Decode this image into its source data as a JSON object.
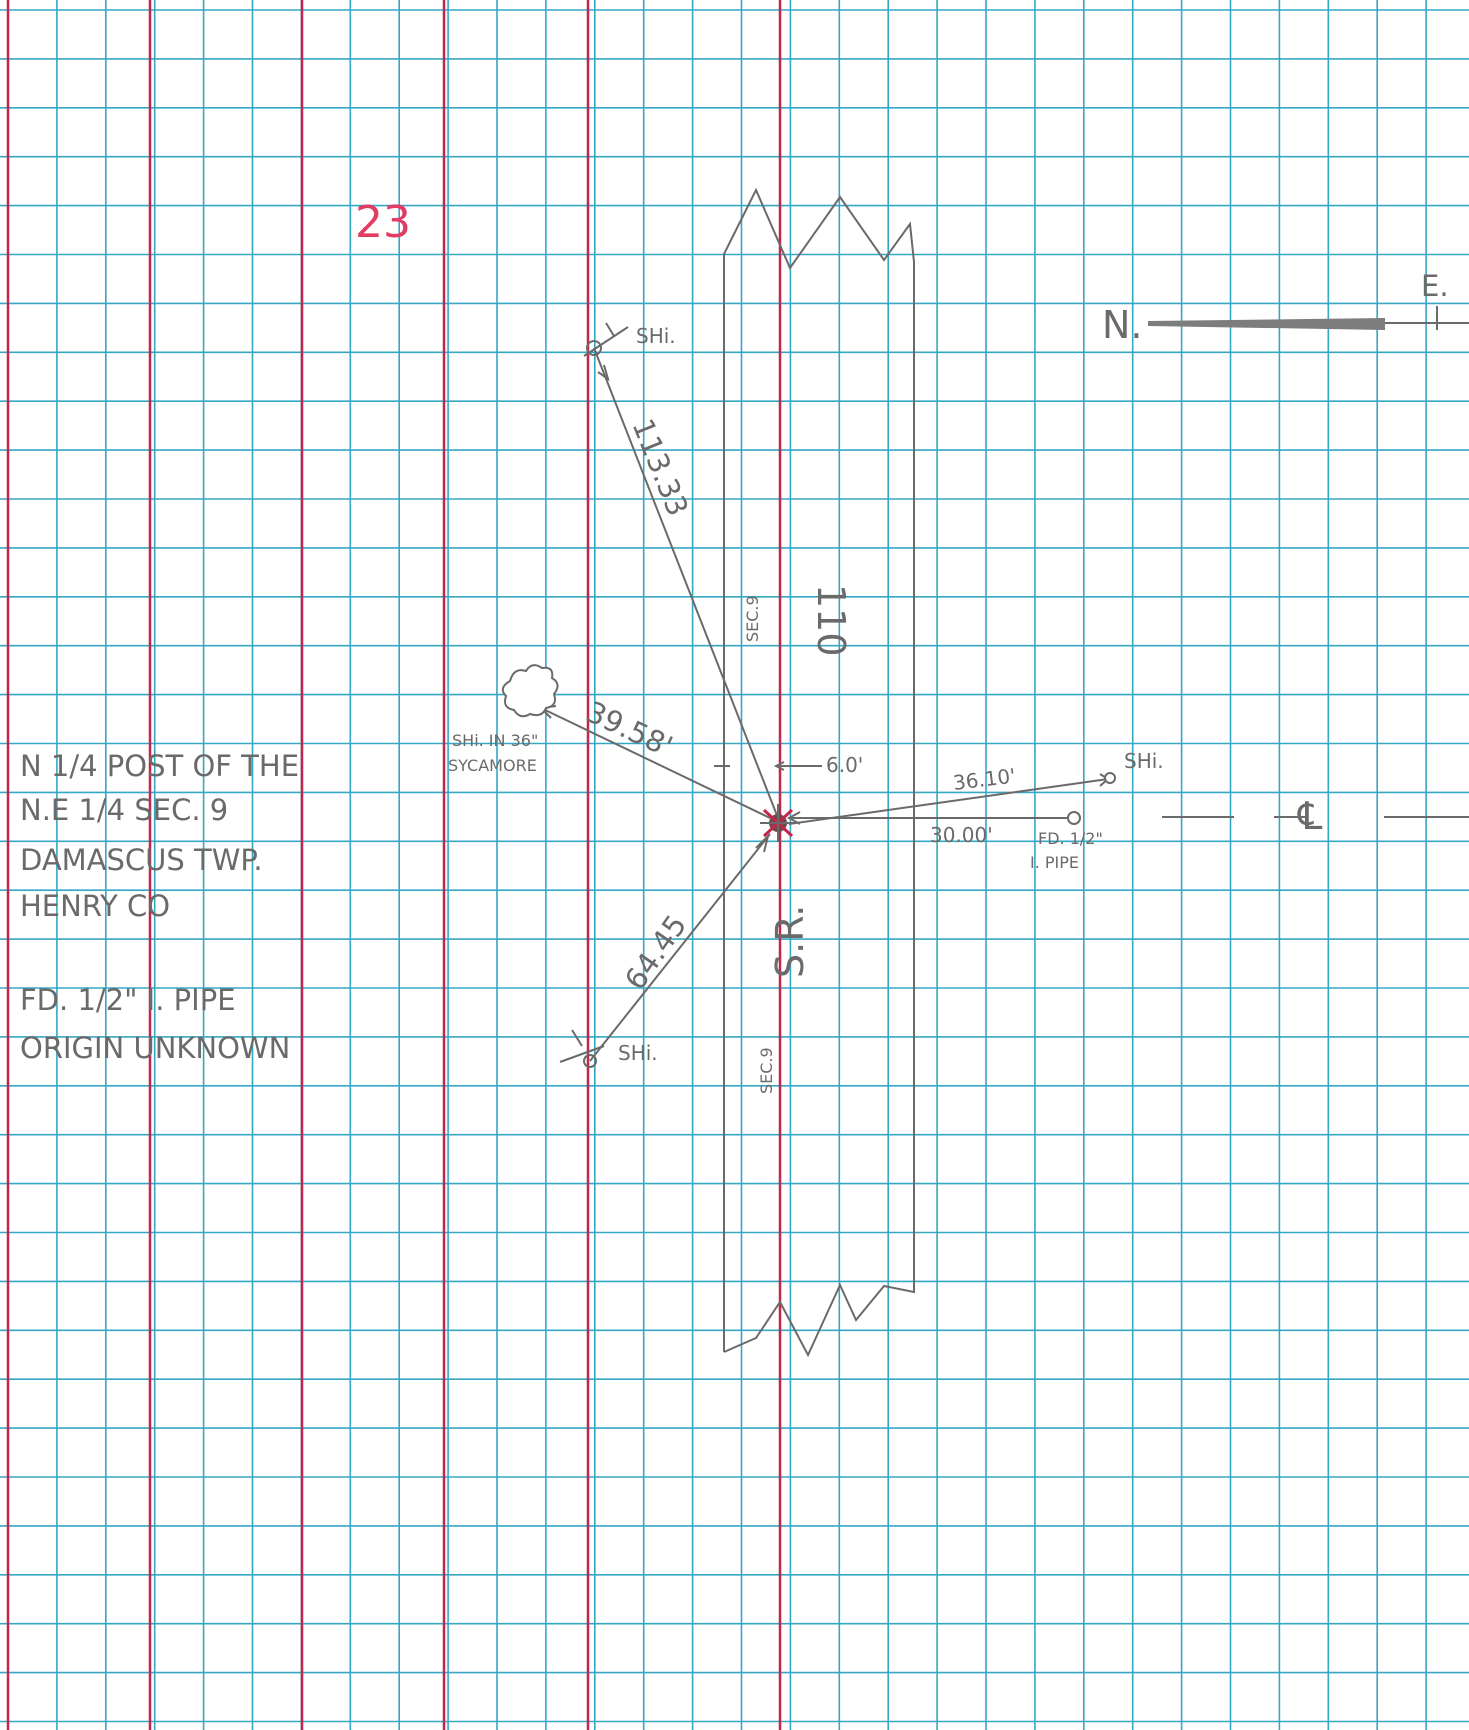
{
  "page": {
    "colors": {
      "paper": "#ffffff",
      "grid": "#34a7c5",
      "margin_rule": "#c8244a",
      "pencil": "#6a6a6a",
      "page_number": "#e23c62"
    }
  },
  "page_number": "23",
  "north_arrow": {
    "north_label": "N.",
    "east_label": "E."
  },
  "notes": {
    "line1": "N 1/4 POST OF THE",
    "line2": "N.E 1/4 SEC. 9",
    "line3": "DAMASCUS TWP.",
    "line4": "HENRY CO",
    "line5": "FD. 1/2\" I. PIPE",
    "line6": "ORIGIN UNKNOWN"
  },
  "ties": {
    "north_tree": {
      "label": "SHi.",
      "distance": "113.33"
    },
    "sycamore": {
      "label_line1": "SHi. IN 36\"",
      "label_line2": "SYCAMORE",
      "distance": "39.58'"
    },
    "east_tree": {
      "label": "SHi.",
      "distance": "36.10'"
    },
    "pipe": {
      "label_line1": "FD. 1/2\"",
      "label_line2": "I. PIPE",
      "distance": "30.00'"
    },
    "south_tree": {
      "label": "SHi.",
      "distance": "64.45"
    }
  },
  "road": {
    "offset": "6.0'",
    "route_upper": "110",
    "route_lower": "S.R.",
    "section_upper": "SEC.9",
    "section_lower": "SEC.9",
    "centerline_symbol": "℄"
  }
}
